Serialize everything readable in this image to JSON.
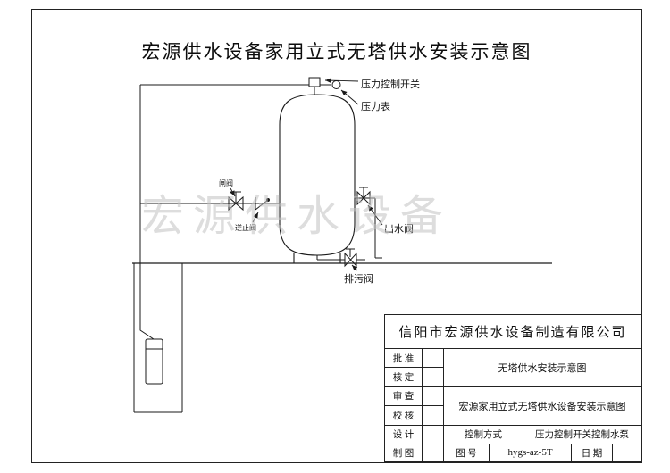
{
  "title": "宏源供水设备家用立式无塔供水安装示意图",
  "watermark": "宏源供水设备",
  "labels": {
    "pressure_switch": "压力控制开关",
    "pressure_gauge": "压力表",
    "outlet_valve": "出水阀",
    "drain_valve": "排污阀",
    "gate_valve": "闸阀",
    "check_valve": "逆止阀"
  },
  "title_block": {
    "company": "信阳市宏源供水设备制造有限公司",
    "approval_rows": [
      "批 准",
      "核 定",
      "审 查",
      "校 核",
      "设 计",
      "制 图"
    ],
    "doc_name": "无塔供水安装示意图",
    "full_doc_name": "宏源家用立式无塔供水设备安装示意图",
    "control_method_label": "控制方式",
    "control_method_value": "压力控制开关控制水泵",
    "drawing_no_label": "图 号",
    "drawing_no_value": "hygs-az-5T",
    "date_label": "日 期"
  }
}
